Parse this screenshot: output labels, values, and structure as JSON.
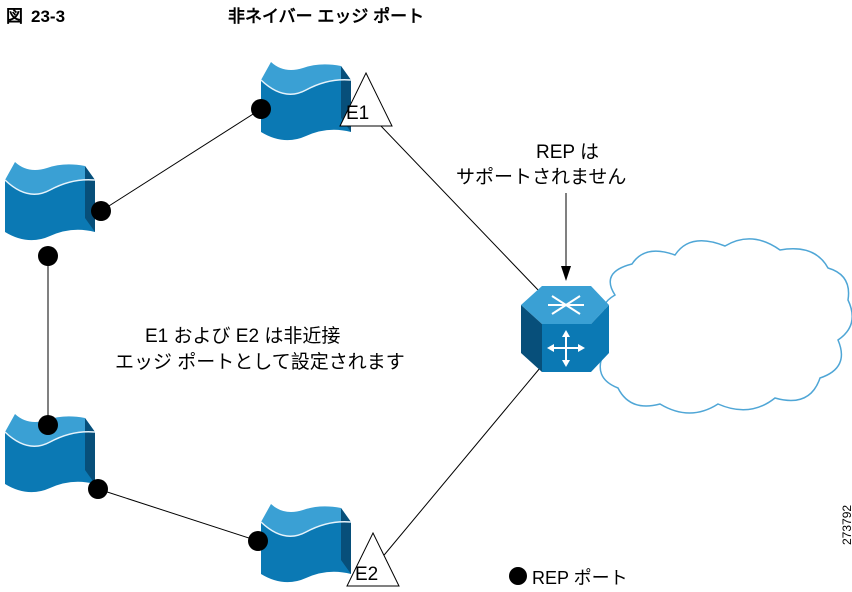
{
  "figure": {
    "label": "図",
    "number": "23-3",
    "title": "非ネイバー エッジ ポート",
    "id": "273792"
  },
  "annotations": {
    "rep_unsupported_line1": "REP は",
    "rep_unsupported_line2": "サポートされません",
    "edge_ports_line1": "E1 および E2 は非近接",
    "edge_ports_line2": "エッジ ポートとして設定されます"
  },
  "ports": {
    "e1": "E1",
    "e2": "E2"
  },
  "legend": {
    "rep_port": "REP ポート"
  },
  "colors": {
    "device_blue": "#0b79b4",
    "device_dark": "#074f7a",
    "device_light": "#3aa0d4",
    "cloud_stroke": "#4fa6d6",
    "line": "#000000"
  }
}
